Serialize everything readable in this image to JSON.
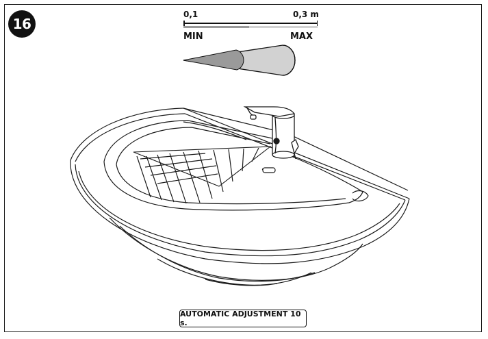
{
  "step": {
    "number": "16"
  },
  "range": {
    "min_value": "0,1",
    "max_value": "0,3 m",
    "min_label": "MIN",
    "max_label": "MAX",
    "level": 0.5
  },
  "caption": {
    "text": "AUTOMATIC ADJUSTMENT 10 s."
  },
  "colors": {
    "badge": "#111111",
    "beam_dark": "#9a9a9a",
    "beam_light": "#d2d2d2",
    "line": "#1a1a1a"
  }
}
